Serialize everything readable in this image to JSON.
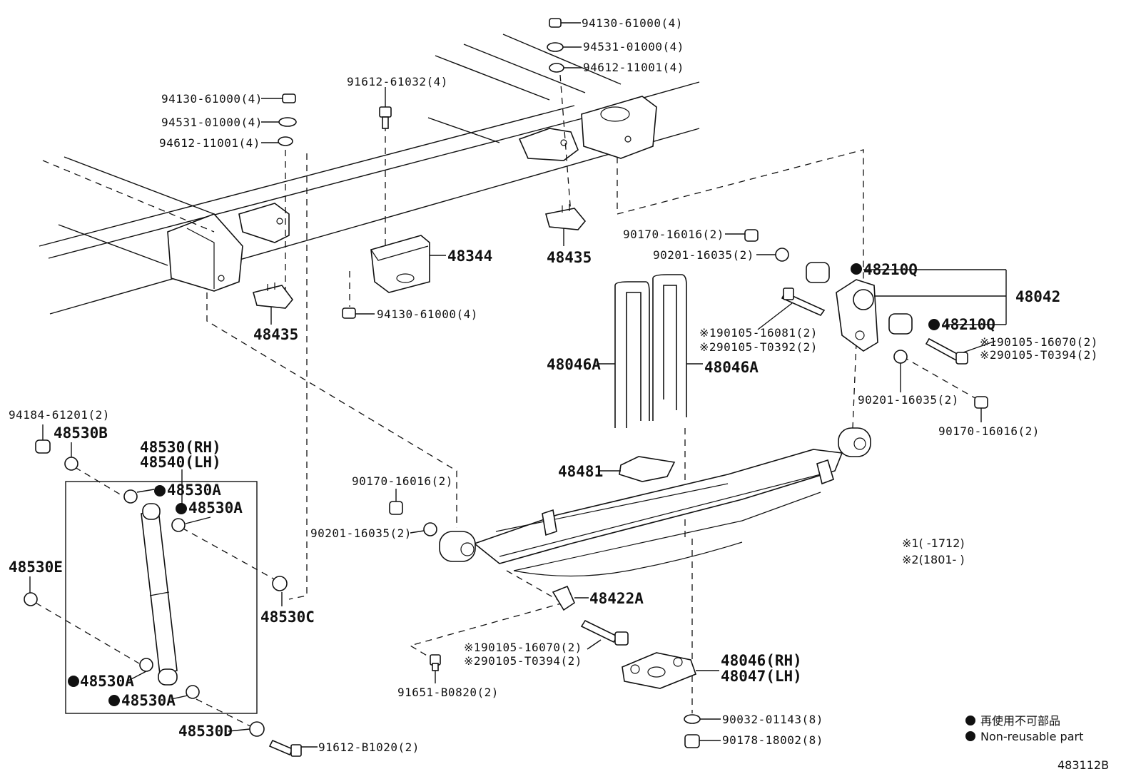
{
  "diagram_id": "483112B",
  "colors": {
    "ink": "#111111",
    "background": "#ffffff"
  },
  "labels": {
    "frame_nut_a": "94130-61000(4)",
    "frame_washer_a": "94531-01000(4)",
    "frame_washer2_a": "94612-11001(4)",
    "frame_nut_b": "94130-61000(4)",
    "frame_washer_b": "94531-01000(4)",
    "frame_washer2_b": "94612-11001(4)",
    "bumper_bolt": "91612-61032(4)",
    "bumper": "48344",
    "bumper_nut": "94130-61000(4)",
    "bracket_left": "48435",
    "bracket_right": "48435",
    "shackle_nut_top": "90170-16016(2)",
    "shackle_washer_top": "90201-16035(2)",
    "bushing_top": "48210Q",
    "shackle": "48042",
    "bushing_mid": "48210Q",
    "shackle_bolt_left_1": "※190105-16081(2)",
    "shackle_bolt_left_2": "※290105-T0392(2)",
    "shackle_bolt_right_1": "※190105-16070(2)",
    "shackle_bolt_right_2": "※290105-T0394(2)",
    "ubolt_left": "48046A",
    "ubolt_right": "48046A",
    "shackle_washer_low": "90201-16035(2)",
    "shackle_nut_low": "90170-16016(2)",
    "spring_seat": "48481",
    "front_nut": "90170-16016(2)",
    "front_washer": "90201-16035(2)",
    "clip": "48422A",
    "front_bolt_1": "※190105-16070(2)",
    "front_bolt_2": "※290105-T0394(2)",
    "clip_bolt": "91651-B0820(2)",
    "plate_rh": "48046(RH)",
    "plate_lh": "48047(LH)",
    "ubolt_washer": "90032-01143(8)",
    "ubolt_nut": "90178-18002(8)",
    "shock_nut": "94184-61201(2)",
    "shock_washer": "48530B",
    "shock_rh": "48530(RH)",
    "shock_lh": "48540(LH)",
    "cushion_a1": "48530A",
    "cushion_a2": "48530A",
    "cushion_a3": "48530A",
    "cushion_a4": "48530A",
    "cushion_e": "48530E",
    "cushion_c": "48530C",
    "cushion_d": "48530D",
    "shock_bolt": "91612-B1020(2)"
  },
  "notes": {
    "note1": "※1(      -1712)",
    "note2": "※2(1801-      )"
  },
  "legend": {
    "non_reusable_jp": "再使用不可部品",
    "non_reusable_en": "Non-reusable part"
  }
}
